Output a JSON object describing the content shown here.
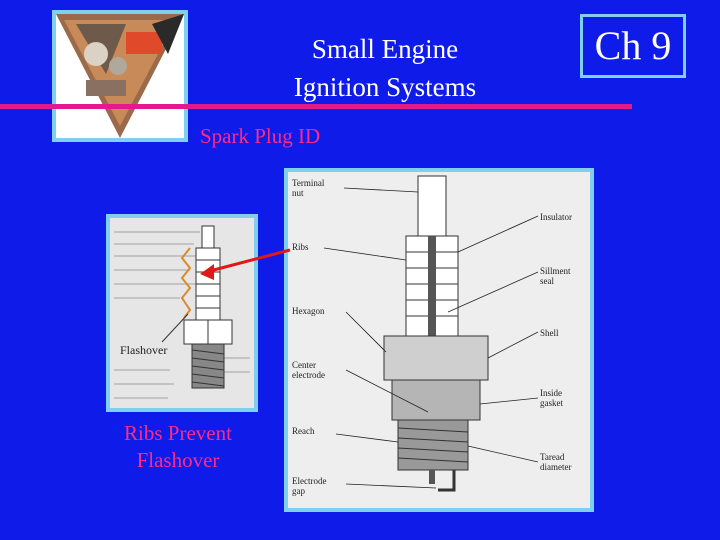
{
  "slide": {
    "title_line1": "Small Engine",
    "title_line2": "Ignition Systems",
    "chapter": "Ch 9",
    "subtitle": "Spark Plug ID",
    "caption_line1": "Ribs Prevent",
    "caption_line2": "Flashover"
  },
  "flash_figure": {
    "label": "Flashover"
  },
  "diagram": {
    "labels": {
      "terminal_nut_1": "Terminal",
      "terminal_nut_2": "nut",
      "ribs": "Ribs",
      "hexagon": "Hexagon",
      "center_electrode_1": "Center",
      "center_electrode_2": "electrode",
      "reach": "Reach",
      "electrode_gap_1": "Electrode",
      "electrode_gap_2": "gap",
      "insulator": "Insulator",
      "sillment_seal_1": "Sillment",
      "sillment_seal_2": "seal",
      "shell": "Shell",
      "inside_gasket_1": "Inside",
      "inside_gasket_2": "gasket",
      "thread_diameter_1": "Taread",
      "thread_diameter_2": "diameter"
    }
  },
  "colors": {
    "background": "#0f1be8",
    "rule": "#e5198f",
    "accent_text": "#ff2a88",
    "frame": "#7fd0ee"
  }
}
